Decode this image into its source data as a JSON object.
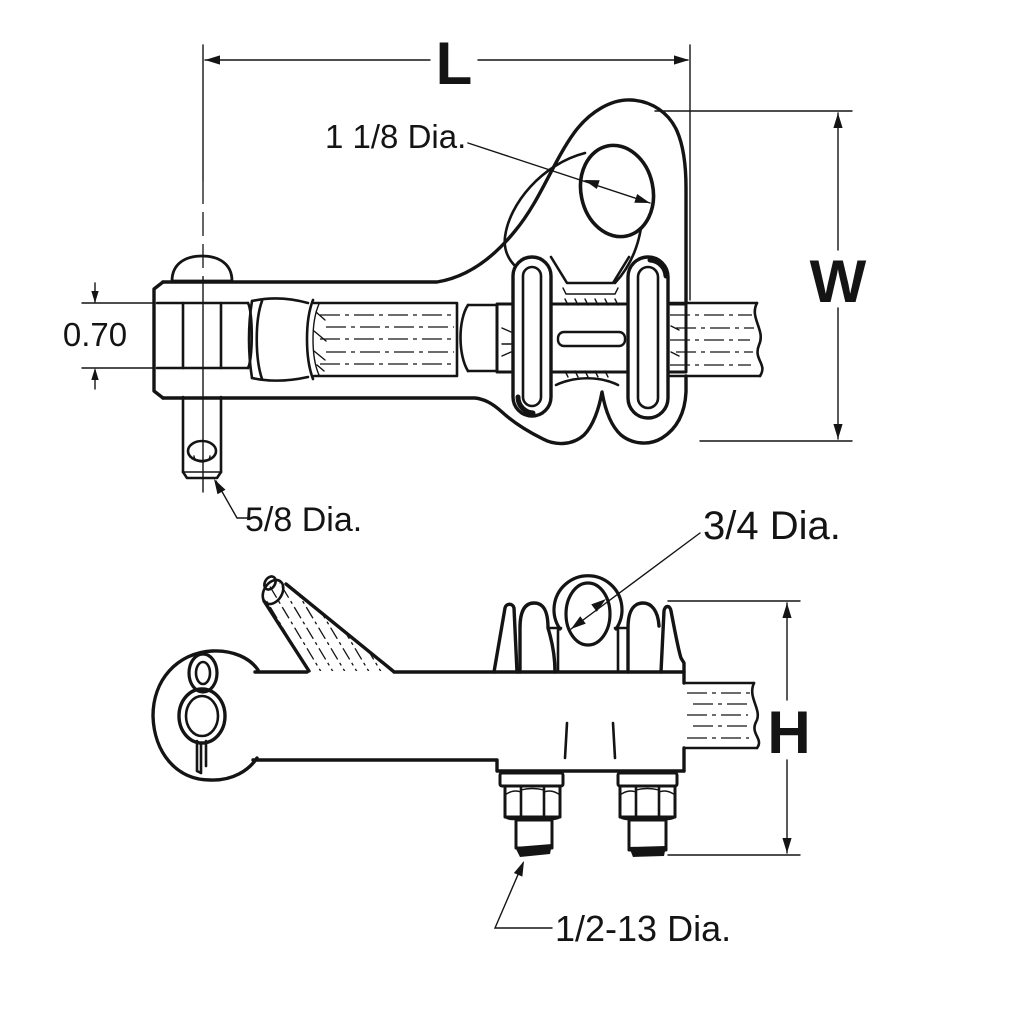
{
  "drawing": {
    "background_color": "#ffffff",
    "line_color": "#141414",
    "top_view": {
      "dim_length_label": "L",
      "dim_width_label": "W",
      "jaw_gap_label": "0.70",
      "pin_diameter_label": "5/8 Dia.",
      "eye_diameter_label": "1 1/8 Dia."
    },
    "bottom_view": {
      "dim_height_label": "H",
      "ubolt_diameter_label": "3/4 Dia.",
      "thread_size_label": "1/2-13 Dia."
    }
  }
}
